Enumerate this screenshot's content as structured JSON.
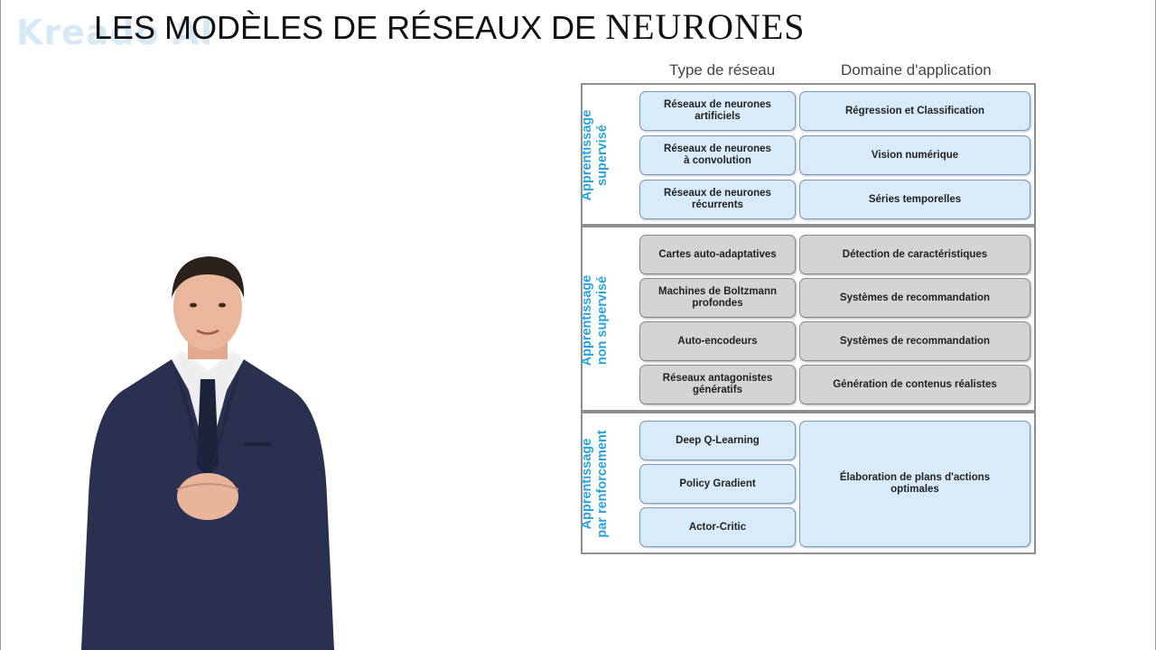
{
  "watermark": {
    "text": "Kreado AI"
  },
  "title": {
    "part1": "LES MODÈLES DE RÉSEAUX DE ",
    "part2": "NEURONES"
  },
  "diagram": {
    "col_type": "Type de réseau",
    "col_domain": "Domaine d'application",
    "sections": [
      {
        "label_line1": "Apprentissage",
        "label_line2": "supervisé",
        "rows": [
          {
            "type_l1": "Réseaux de neurones",
            "type_l2": "artificiels",
            "domain": "Régression et Classification"
          },
          {
            "type_l1": "Réseaux de neurones",
            "type_l2": "à convolution",
            "domain": "Vision numérique"
          },
          {
            "type_l1": "Réseaux de neurones",
            "type_l2": "récurrents",
            "domain": "Séries temporelles"
          }
        ]
      },
      {
        "label_line1": "Apprentissage",
        "label_line2": "non supervisé",
        "rows": [
          {
            "type_l1": "Cartes auto-adaptatives",
            "type_l2": "",
            "domain": "Détection de caractéristiques"
          },
          {
            "type_l1": "Machines de Boltzmann",
            "type_l2": "profondes",
            "domain": "Systèmes de recommandation"
          },
          {
            "type_l1": "Auto-encodeurs",
            "type_l2": "",
            "domain": "Systèmes de recommandation"
          },
          {
            "type_l1": "Réseaux antagonistes",
            "type_l2": "génératifs",
            "domain": "Génération de contenus réalistes"
          }
        ]
      },
      {
        "label_line1": "Apprentissage",
        "label_line2": "par renforcement",
        "rows": [
          {
            "type_l1": "Deep Q-Learning",
            "type_l2": ""
          },
          {
            "type_l1": "Policy Gradient",
            "type_l2": ""
          },
          {
            "type_l1": "Actor-Critic",
            "type_l2": ""
          }
        ],
        "domain_l1": "Élaboration de plans d'actions",
        "domain_l2": "optimales"
      }
    ]
  },
  "colors": {
    "accent_blue": "#29a3e0",
    "cell_blue": "#d8ebfb",
    "cell_grey": "#d4d4d4",
    "suit": "#2a3050"
  }
}
